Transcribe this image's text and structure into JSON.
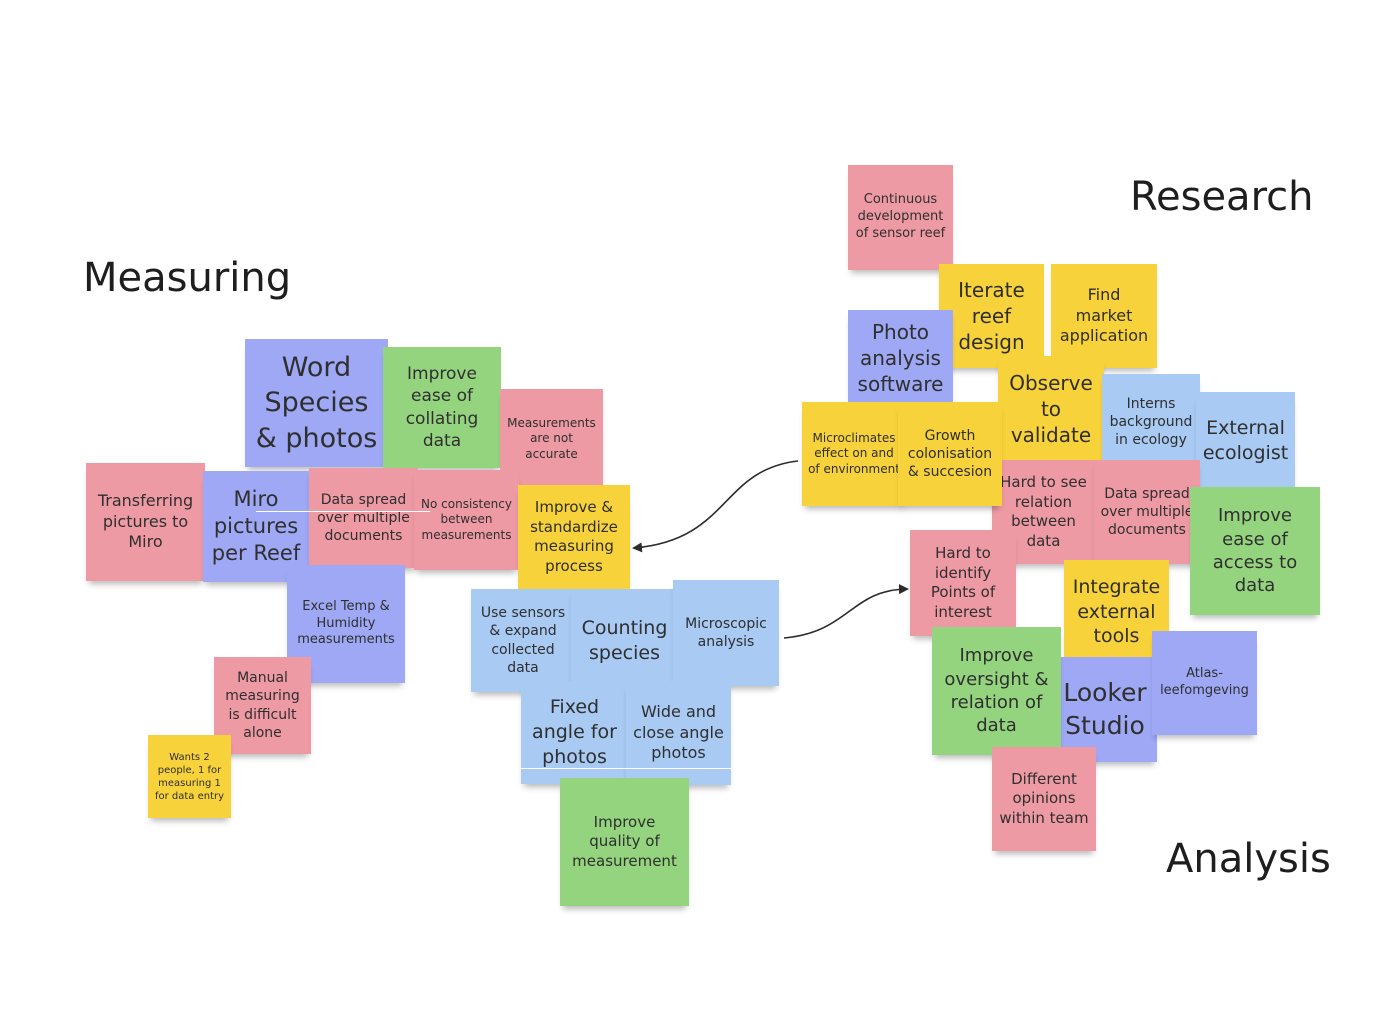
{
  "colors": {
    "pink": "#ee9aa4",
    "green": "#95d47f",
    "blue": "#a8caf3",
    "purple": "#9ea8f5",
    "yellow": "#f7d23a"
  },
  "sections": {
    "measuring": "Measuring",
    "research": "Research",
    "analysis": "Analysis"
  },
  "notes": {
    "word_species": "Word Species & photos",
    "improve_collating": "Improve ease of collating data",
    "measurements_not_accurate": "Measurements are not accurate",
    "transferring_pictures": "Transferring pictures to Miro",
    "miro_pictures": "Miro pictures per Reef",
    "data_spread_left": "Data spread over multiple documents",
    "no_consistency": "No consistency between measurements",
    "improve_standardize": "Improve & standardize measuring process",
    "excel_temp": "Excel Temp & Humidity measurements",
    "manual_measuring": "Manual measuring is difficult alone",
    "wants_2_people": "Wants 2 people, 1 for measuring 1 for data entry",
    "use_sensors": "Use sensors & expand collected data",
    "counting_species": "Counting species",
    "microscopic": "Microscopic analysis",
    "fixed_angle": "Fixed angle for photos",
    "wide_close": "Wide and close angle photos",
    "improve_quality": "Improve quality of measurement",
    "continuous_dev": "Continuous development of sensor reef",
    "iterate_reef": "Iterate reef design",
    "find_market": "Find market application",
    "photo_analysis": "Photo analysis software",
    "observe_validate": "Observe to validate",
    "interns_background": "Interns background in ecology",
    "external_ecologist": "External ecologist",
    "microclimates": "Microclimates effect on and of environment",
    "growth_colonisation": "Growth colonisation & succesion",
    "hard_to_see": "Hard to see relation between data",
    "data_spread_right": "Data spread over multiple documents",
    "improve_access": "Improve ease of access to data",
    "hard_identify": "Hard to identify Points of interest",
    "integrate_tools": "Integrate external tools",
    "improve_oversight": "Improve oversight & relation of data",
    "looker_studio": "Looker Studio",
    "atlas": "Atlas-leefomgeving",
    "different_opinions": "Different opinions within team"
  }
}
